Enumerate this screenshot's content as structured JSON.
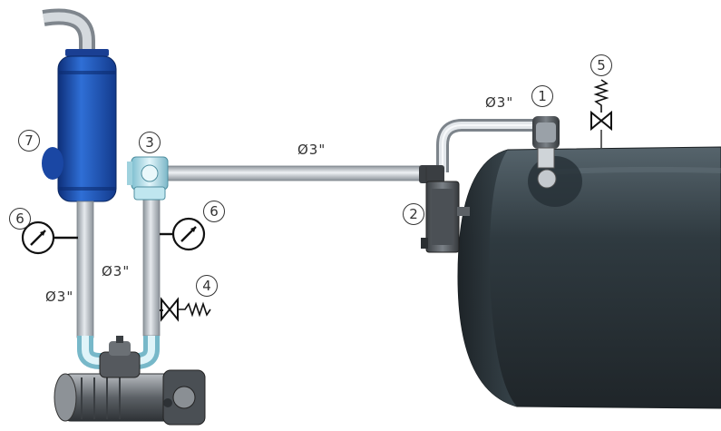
{
  "diagram": {
    "pipe_labels": {
      "inlet_vertical": "Ø3\"",
      "discharge_vertical": "Ø3\"",
      "horizontal_run": "Ø3\"",
      "tank_top": "Ø3\""
    },
    "callouts": {
      "c1": "1",
      "c2": "2",
      "c3": "3",
      "c4": "4",
      "c5": "5",
      "c6a": "6",
      "c6b": "6",
      "c7": "7"
    },
    "colors": {
      "tank": "#2f3a40",
      "filter": "#1d4fb0",
      "pipe": "#c9ced4",
      "pipe_light": "#bfe6ef",
      "motor": "#6f7378"
    }
  }
}
